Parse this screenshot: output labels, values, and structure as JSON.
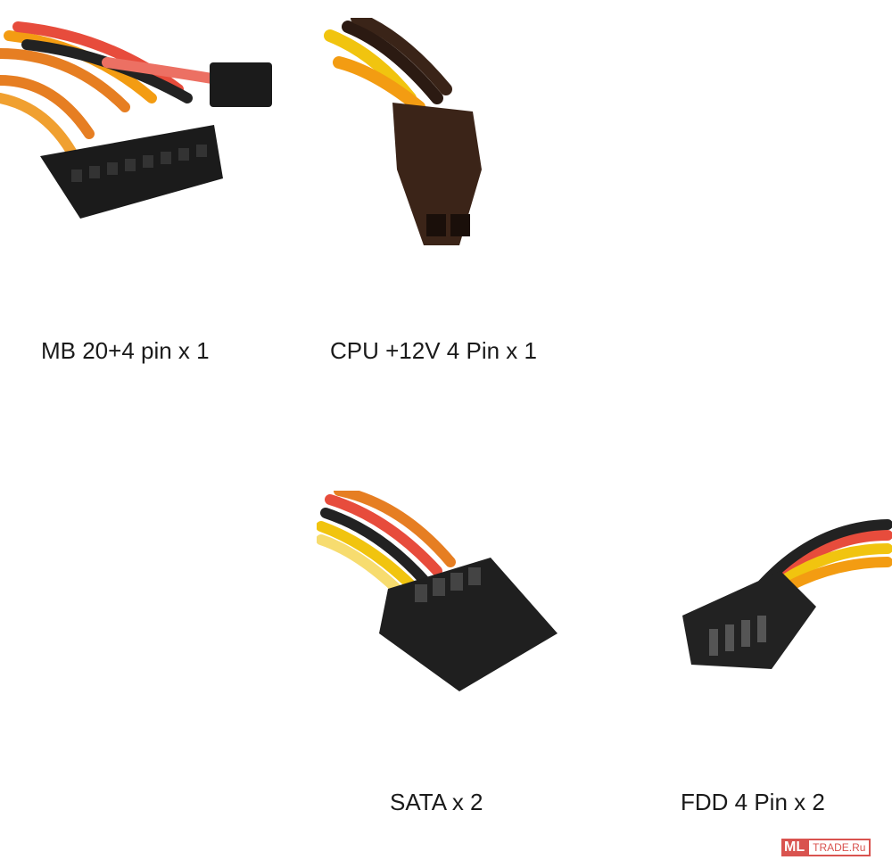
{
  "connectors": [
    {
      "label": "MB 20+4 pin x 1"
    },
    {
      "label": "CPU +12V 4 Pin x 1"
    },
    {
      "label": "SATA x 2"
    },
    {
      "label": "FDD 4 Pin x 2"
    }
  ],
  "watermark": {
    "brand": "ML",
    "suffix": "TRADE.Ru"
  }
}
